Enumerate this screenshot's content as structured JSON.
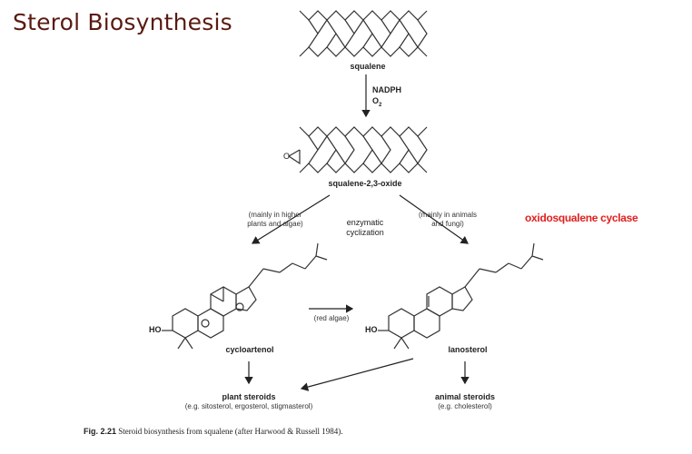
{
  "title": "Sterol Biosynthesis",
  "molecules": {
    "squalene": "squalene",
    "squalene_oxide": "squalene-2,3-oxide",
    "cycloartenol": "cycloartenol",
    "lanosterol": "lanosterol",
    "plant_steroids": "plant steroids",
    "plant_examples": "(e.g. sitosterol, ergosterol, stigmasterol)",
    "animal_steroids": "animal steroids",
    "animal_examples": "(e.g. cholesterol)"
  },
  "reagents": {
    "nadph": "NADPH",
    "o2": "O",
    "o2_sub": "2"
  },
  "branches": {
    "left_line1": "(mainly in higher",
    "left_line2": "plants and algae)",
    "right_line1": "(mainly in animals",
    "right_line2": "and fungi)",
    "center_line1": "enzymatic",
    "center_line2": "cyclization",
    "red_algae": "(red algae)"
  },
  "atoms": {
    "ho": "HO",
    "epoxide_o": "O"
  },
  "enzyme": "oxidosqualene cyclase",
  "caption": {
    "fig": "Fig. 2.21",
    "text": "Steroid biosynthesis from squalene (after Harwood & Russell 1984)."
  }
}
